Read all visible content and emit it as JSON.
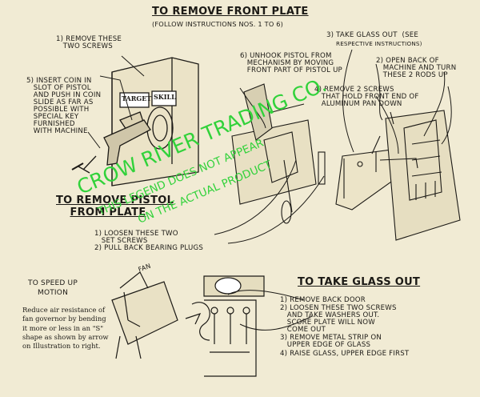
{
  "front_plate": {
    "heading": "TO REMOVE FRONT PLATE",
    "follow": "(FOLLOW INSTRUCTIONS Nos. 1 TO 6)",
    "step1": "1) REMOVE THESE\n   TWO SCREWS",
    "step2": "2) OPEN BACK OF\n   MACHINE AND TURN\n   THESE 2 RODS UP",
    "step3": "3) TAKE GLASS OUT  (SEE",
    "step3b": "RESPECTIVE INSTRUCTIONS)",
    "step4": "4) REMOVE 2 SCREWS\n   THAT HOLD FRONT END OF\n   ALUMINUM PAN DOWN",
    "step5": "5) INSERT COIN IN\n   SLOT OF PISTOL\n   AND PUSH IN COIN\n   SLIDE AS FAR AS\n   POSSIBLE WITH\n   SPECIAL KEY\n   FURNISHED\n   WITH MACHINE",
    "step6": "6) UNHOOK PISTOL FROM\n   MECHANISM BY MOVING\n   FRONT PART OF PISTOL UP"
  },
  "cabinet_labels": {
    "target": "TARGET",
    "skill": "SKILL"
  },
  "pistol": {
    "heading_line1": "TO REMOVE PISTOL",
    "heading_line2": "FROM PLATE",
    "step1": "1) LOOSEN THESE TWO\n   SET SCREWS",
    "step2": "2) PULL BACK BEARING PLUGS"
  },
  "speed": {
    "heading": "TO SPEED UP\nMOTION",
    "body": "Reduce air resistance of\nfan governor by bending\nit more or less in an \"S\"\nshape as shown by arrow\non Illustration to right.",
    "fan_label": "FAN"
  },
  "glass": {
    "heading": "TO TAKE GLASS OUT",
    "step1": "1) REMOVE BACK DOOR",
    "step2": "2) LOOSEN THESE TWO SCREWS\n   AND TAKE WASHERS OUT.\n   SCORE PLATE WILL NOW\n   COME OUT",
    "step3": "3) REMOVE METAL STRIP ON\n   UPPER EDGE OF GLASS",
    "step4": "4) RAISE GLASS, UPPER EDGE FIRST"
  },
  "watermark": {
    "line1": "CROW RIVER TRADING CO.",
    "line2": "THIS LEGEND DOES NOT APPEAR",
    "line3": "ON THE ACTUAL PRODUCT"
  }
}
